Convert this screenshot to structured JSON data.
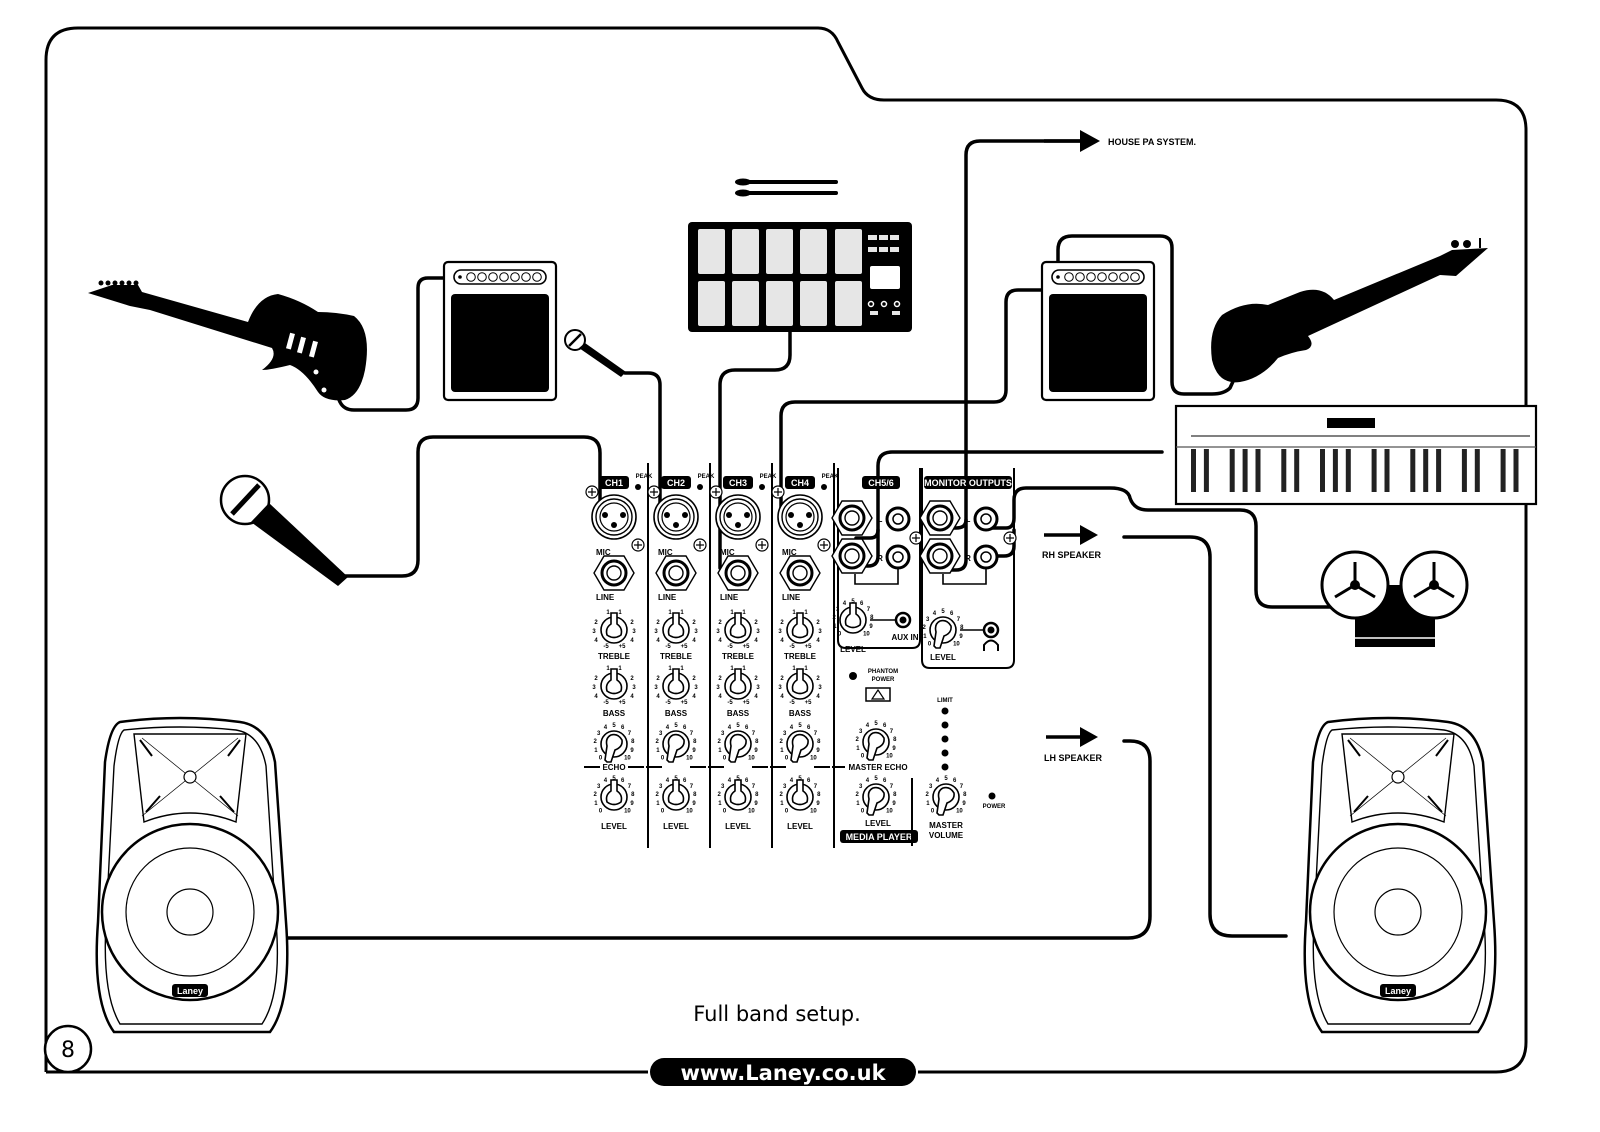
{
  "page": {
    "caption": "Full band setup.",
    "page_number": "8",
    "website": "www.Laney.co.uk",
    "ink_color": "#000000",
    "paper_color": "#ffffff",
    "pad_color": "#e6e6e6"
  },
  "destinations": {
    "house_pa": "HOUSE PA SYSTEM.",
    "rh_speaker": "RH SPEAKER",
    "lh_speaker": "LH SPEAKER"
  },
  "devices": {
    "left_speaker_brand": "Laney",
    "right_speaker_brand": "Laney",
    "icons": [
      "electric-guitar-icon",
      "bass-guitar-icon",
      "guitar-amp-icon",
      "bass-amp-icon",
      "microphone-icon",
      "small-microphone-icon",
      "drum-pad-icon",
      "drumsticks-icon",
      "keyboard-icon",
      "tape-deck-icon",
      "pa-speaker-icon"
    ]
  },
  "mixer": {
    "channels": [
      {
        "label": "CH1",
        "peak": "PEAK",
        "mic": "MIC",
        "line": "LINE",
        "treble": "TREBLE",
        "bass": "BASS",
        "echo": "ECHO",
        "level": "LEVEL"
      },
      {
        "label": "CH2",
        "peak": "PEAK",
        "mic": "MIC",
        "line": "LINE",
        "treble": "TREBLE",
        "bass": "BASS",
        "echo": "",
        "level": "LEVEL"
      },
      {
        "label": "CH3",
        "peak": "PEAK",
        "mic": "MIC",
        "line": "LINE",
        "treble": "TREBLE",
        "bass": "BASS",
        "echo": "",
        "level": "LEVEL"
      },
      {
        "label": "CH4",
        "peak": "PEAK",
        "mic": "MIC",
        "line": "LINE",
        "treble": "TREBLE",
        "bass": "BASS",
        "echo": "",
        "level": "LEVEL"
      }
    ],
    "eq_scale": {
      "top": "1",
      "mid": [
        "2",
        "3",
        "4"
      ],
      "min": "-5",
      "max": "+5"
    },
    "knob_scale": [
      "0",
      "1",
      "2",
      "3",
      "4",
      "5",
      "6",
      "7",
      "8",
      "9",
      "10"
    ],
    "ch56": {
      "label": "CH5/6",
      "left": "L",
      "right": "R",
      "level": "LEVEL",
      "aux_in": "AUX IN"
    },
    "monitor": {
      "label": "MONITOR OUTPUTS",
      "left": "L",
      "right": "R",
      "level": "LEVEL"
    },
    "phantom_power": "PHANTOM POWER",
    "master_echo": "MASTER ECHO",
    "media_level": "LEVEL",
    "media_player": "MEDIA PLAYER",
    "limit": "LIMIT",
    "master_volume_1": "MASTER",
    "master_volume_2": "VOLUME",
    "power": "POWER"
  }
}
